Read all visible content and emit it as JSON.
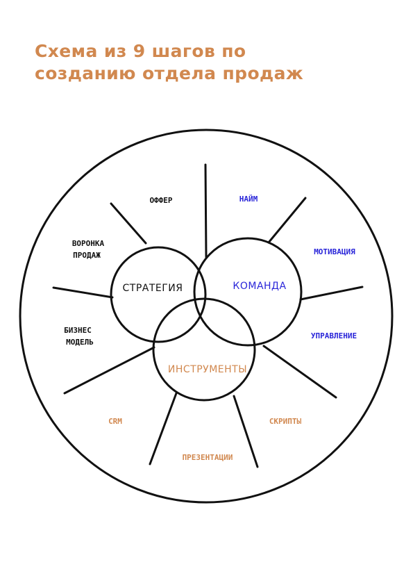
{
  "title": {
    "line1": "Схема из 9 шагов по",
    "line2": "созданию отдела продаж"
  },
  "colors": {
    "title": "#d1884f",
    "strategy": "#111111",
    "team": "#2a26d9",
    "tools": "#d1884f",
    "lines": "#111111"
  },
  "hubs": {
    "strategy": "СТРАТЕГИЯ",
    "team": "КОМАНДА",
    "tools": "ИНСТРУМЕНТЫ"
  },
  "steps": {
    "offer": "ОФФЕР",
    "funnel_line1": "ВОРОНКА",
    "funnel_line2": "ПРОДАЖ",
    "model_line1": "БИЗНЕС",
    "model_line2": "МОДЕЛЬ",
    "hiring": "НАЙМ",
    "motivation": "МОТИВАЦИЯ",
    "management": "УПРАВЛЕНИЕ",
    "crm": "CRM",
    "presentations": "ПРЕЗЕНТАЦИИ",
    "scripts": "СКРИПТЫ"
  }
}
